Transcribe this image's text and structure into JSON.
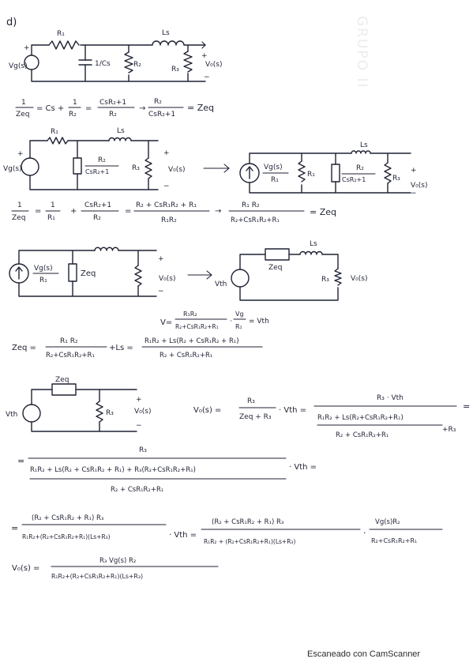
{
  "footer": {
    "scanner_text": "Escaneado con CamScanner"
  },
  "watermark": {
    "text": "GRUPO II"
  },
  "section": {
    "label": "d)"
  },
  "circuit1": {
    "source": "Vg(s)",
    "plus": "+",
    "R1": "R₁",
    "cap": "1/Cs",
    "R2": "R₂",
    "L": "Ls",
    "R3": "R₃",
    "out": "V₀(s)",
    "out_plus": "+",
    "out_minus": "−"
  },
  "eq1": {
    "lhs_num": "1",
    "lhs_den": "Zeq",
    "eq": "= Cs +",
    "f1_num": "1",
    "f1_den": "R₂",
    "eq2": "=",
    "f2_num": "CsR₂+1",
    "f2_den": "R₂",
    "arrow": "→",
    "f3_num": "R₂",
    "f3_den": "CsR₂+1",
    "result": "= Zeq"
  },
  "circuit2": {
    "source": "Vg(s)",
    "R1": "R₁",
    "L": "Ls",
    "zbox_num": "R₂",
    "zbox_den": "CsR₂+1",
    "R3": "R₃",
    "out": "V₀(s)",
    "plus": "+",
    "minus": "−"
  },
  "circuit3": {
    "src_num": "Vg(s)",
    "src_den": "R₁",
    "R1": "R₁",
    "zbox_num": "R₂",
    "zbox_den": "CsR₂+1",
    "R3": "R₃",
    "L": "Ls",
    "out": "V₀(s)",
    "plus": "+",
    "minus": "−"
  },
  "eq2": {
    "lhs_num": "1",
    "lhs_den": "Zeq",
    "eq": "=",
    "f1_num": "1",
    "f1_den": "R₁",
    "plus": "+",
    "f2_num": "CsR₂+1",
    "f2_den": "R₂",
    "eq2": "=",
    "f3_num": "R₂ + CsR₁R₂ + R₁",
    "f3_den": "R₁R₂",
    "arrow": "→",
    "f4_num": "R₁ R₂",
    "f4_den": "R₂+CsR₁R₂+R₁",
    "result": "= Zeq"
  },
  "circuit4": {
    "src_num": "Vg(s)",
    "src_den": "R₁",
    "zeq": "Zeq",
    "out": "V₀(s)",
    "plus": "+",
    "minus": "−"
  },
  "circuit5": {
    "zeq": "Zeq",
    "L": "Ls",
    "vth": "Vth",
    "R3": "R₃",
    "out": "V₀(s)"
  },
  "eq3": {
    "lhs": "V=",
    "f1_num": "R₁R₂",
    "f1_den": "R₂+CsR₁R₂+R₁",
    "dot": "·",
    "f2_num": "Vg",
    "f2_den": "R₁",
    "result": "= Vth"
  },
  "eq4": {
    "lhs": "Zeq =",
    "f1_num": "R₁ R₂",
    "f1_den": "R₂+CsR₁R₂+R₁",
    "plus": "+Ls =",
    "f2_num": "R₁R₂ + Ls(R₂ + CsR₁R₂ + R₁)",
    "f2_den": "R₂ + CsR₁R₂+R₁"
  },
  "circuit6": {
    "zeq": "Zeq",
    "vth": "Vth",
    "R3": "R₃",
    "out": "V₀(s)",
    "plus": "+",
    "minus": "−"
  },
  "eq5": {
    "lhs": "V₀(s) =",
    "f1_num": "R₃",
    "f1_den": "Zeq + R₃",
    "dot": "· Vth =",
    "f2_num": "R₃ · Vth",
    "f2_den_num": "R₁R₂ + Ls(R₂+CsR₁R₂+R₁)",
    "f2_den_den": "R₂ + CsR₁R₂+R₁",
    "f2_tail": "+R₃",
    "eq": "="
  },
  "eq6": {
    "lead": "=",
    "num": "R₃",
    "den_top": "R₁R₂ + Ls(R₂ + CsR₁R₂ + R₁) + R₃(R₂+CsR₁R₂+R₁)",
    "den_bottom": "R₂ + CsR₁R₂+R₁",
    "tail": "· Vth ="
  },
  "eq7": {
    "lead": "=",
    "f1_num": "(R₂ + CsR₁R₂ + R₁) R₃",
    "f1_den": "R₁R₂+(R₂+CsR₁R₂+R₁)(Ls+R₃)",
    "dot": "· Vth =",
    "f2_num": "(R₂ + CsR₁R₂ + R₁) R₃",
    "f2_den": "R₁R₂ + (R₂+CsR₁R₂+R₁)(Ls+R₃)",
    "dot2": "·",
    "f3_num": "Vg(s)R₂",
    "f3_den": "R₂+CsR₁R₂+R₁"
  },
  "eq8": {
    "lhs": "V₀(s) =",
    "num": "R₃ Vg(s) R₂",
    "den": "R₁R₂+(R₂+CsR₁R₂+R₁)(Ls+R₃)"
  }
}
